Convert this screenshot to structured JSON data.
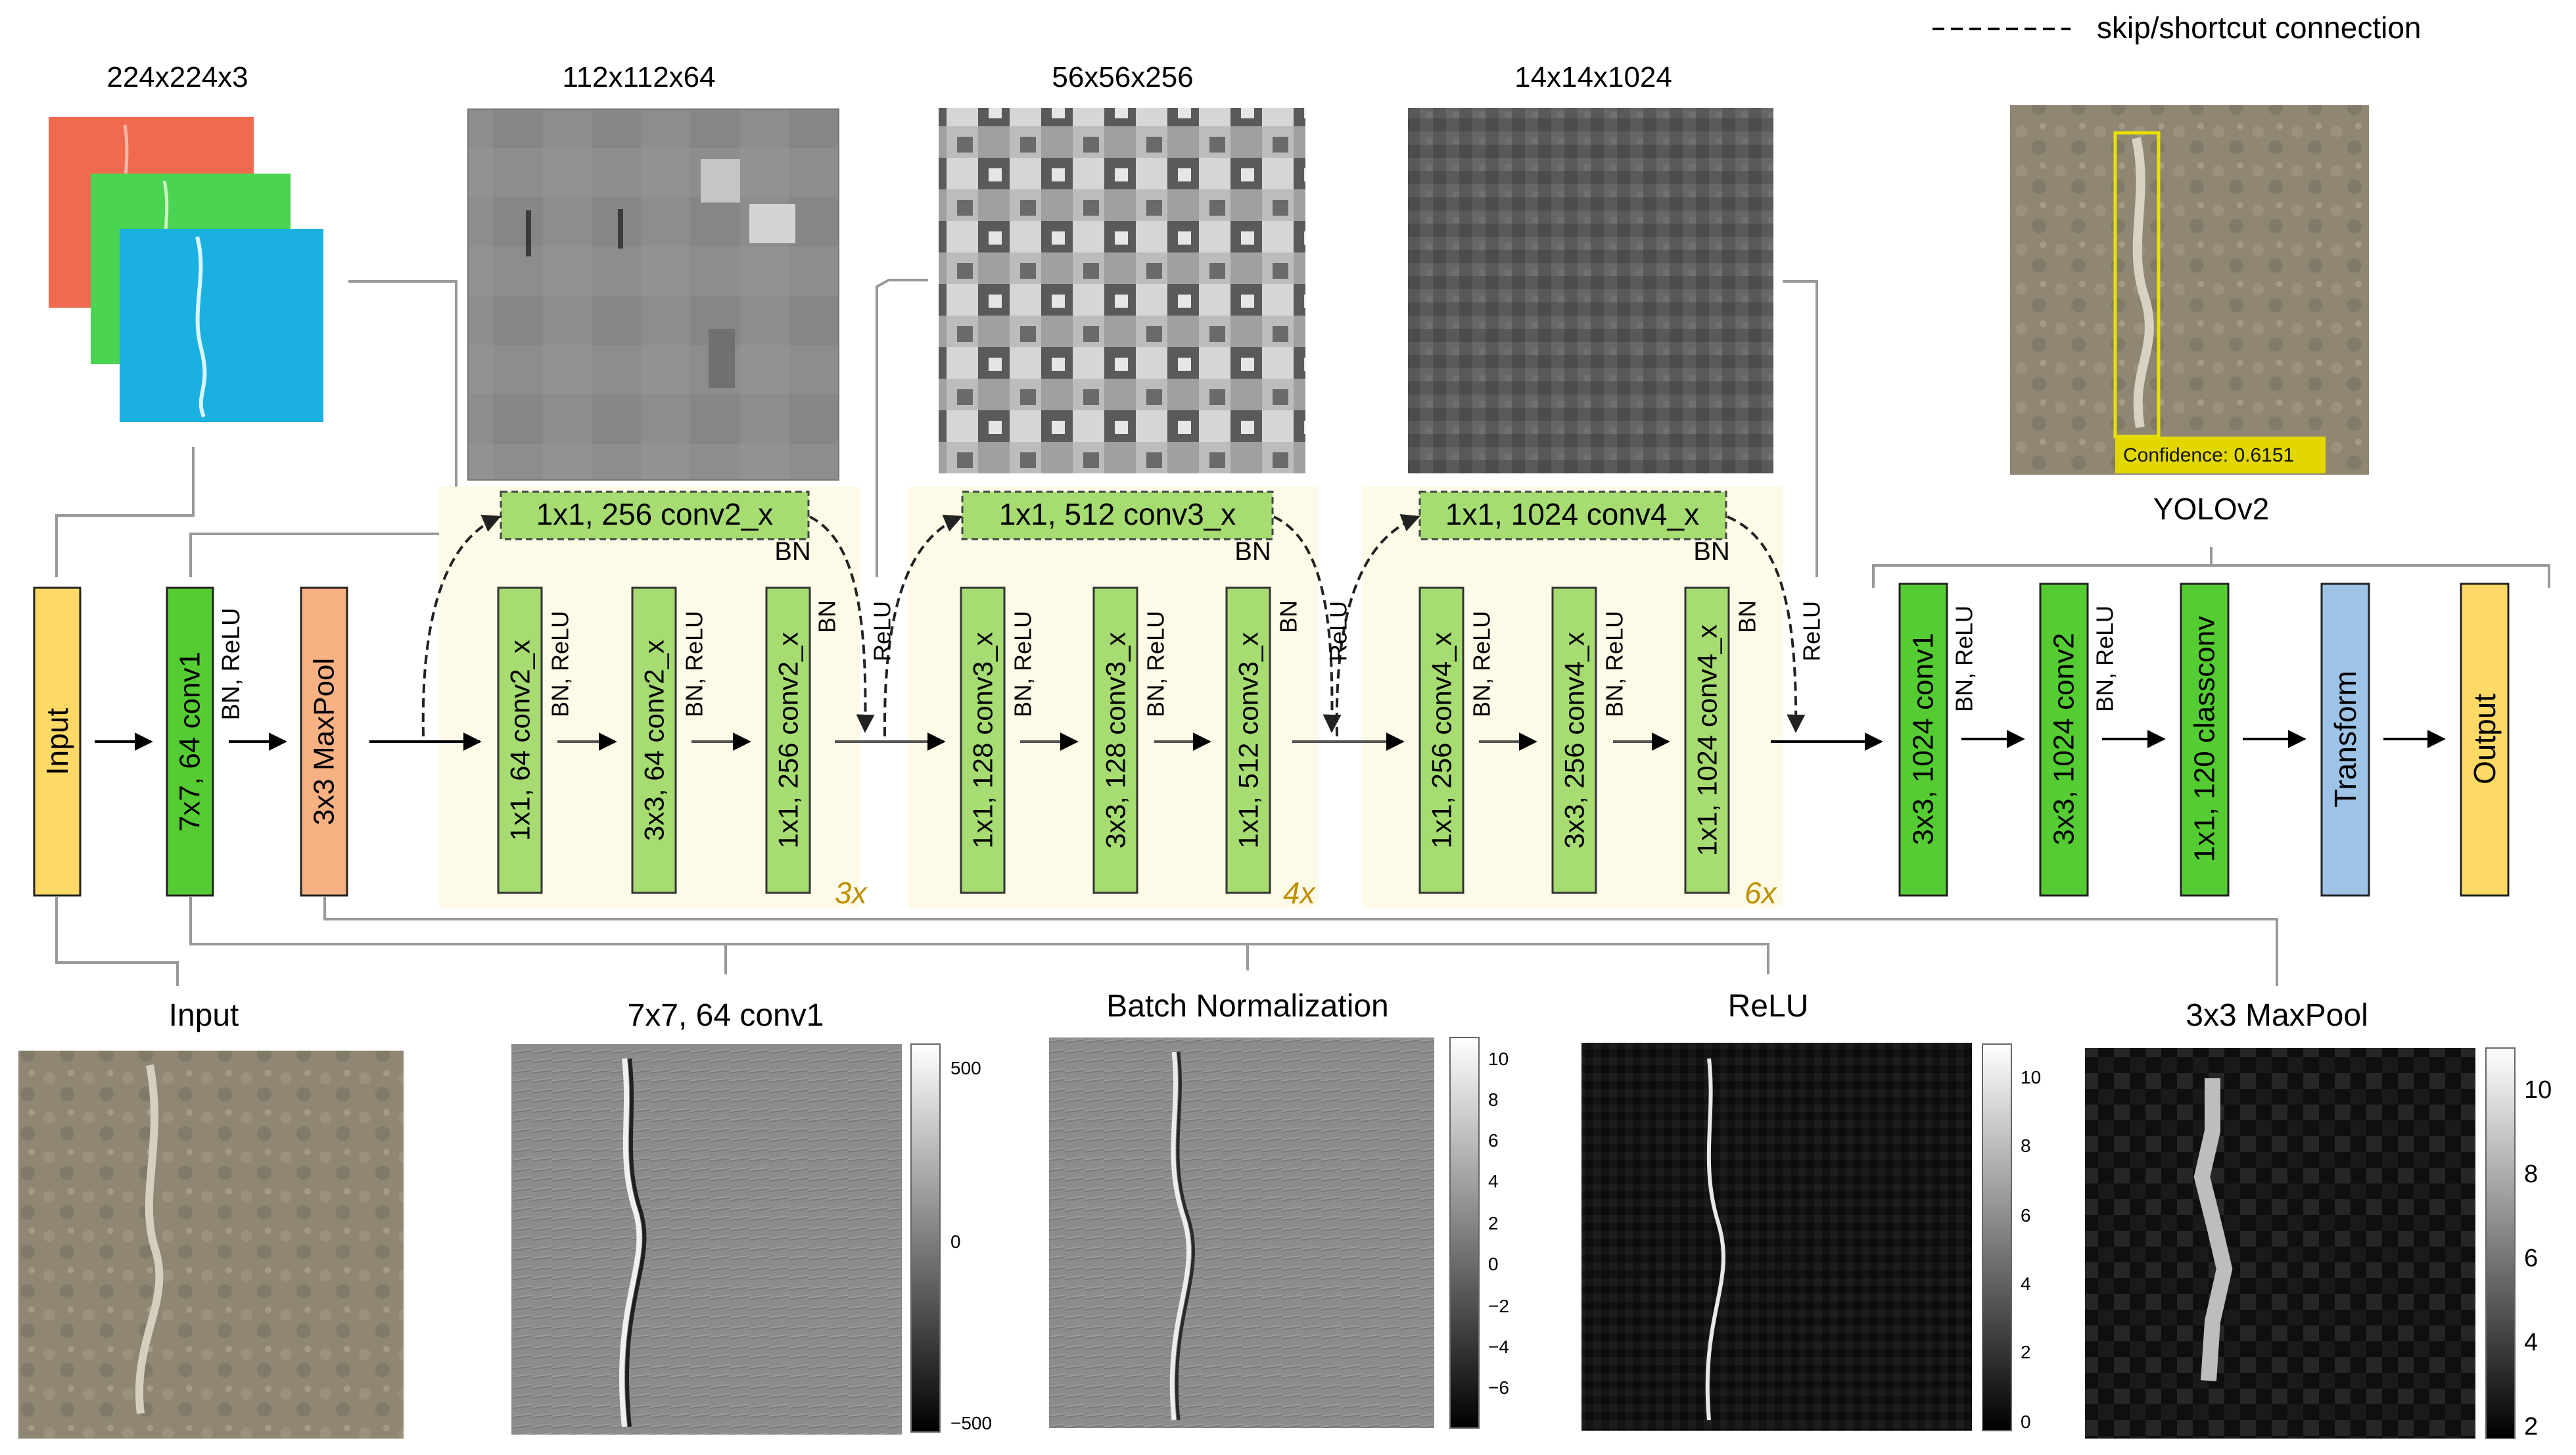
{
  "legend": {
    "skip_label": "skip/shortcut connection"
  },
  "sizes": {
    "input": "224x224x3",
    "stage1": "112x112x64",
    "stage2": "56x56x256",
    "stage3": "14x14x1024"
  },
  "confidence": "Confidence: 0.6151",
  "yolo": {
    "label": "YOLOv2"
  },
  "blocks": {
    "input": "Input",
    "conv1": "7x7, 64 conv1",
    "maxpool": "3x3 MaxPool",
    "c2a": "1x1, 64 conv2_x",
    "c2b": "3x3, 64 conv2_x",
    "c2c": "1x1, 256 conv2_x",
    "c3a": "1x1, 128 conv3_x",
    "c3b": "3x3, 128 conv3_x",
    "c3c": "1x1, 512 conv3_x",
    "c4a": "1x1, 256 conv4_x",
    "c4b": "3x3, 256 conv4_x",
    "c4c": "1x1, 1024 conv4_x",
    "y1": "3x3, 1024 conv1",
    "y2": "3x3, 1024 conv2",
    "y3": "1x1, 120 classconv",
    "transform": "Transform",
    "output": "Output"
  },
  "shortcuts": {
    "s2": "1x1, 256 conv2_x",
    "s3": "1x1, 512 conv3_x",
    "s4": "1x1, 1024 conv4_x"
  },
  "annot": {
    "bn_relu": "BN, ReLU",
    "bn": "BN",
    "relu": "ReLU"
  },
  "repeats": {
    "r2": "3x",
    "r3": "4x",
    "r4": "6x"
  },
  "bottom": {
    "input": "Input",
    "conv1": "7x7, 64 conv1",
    "bn": "Batch Normalization",
    "relu": "ReLU",
    "maxpool": "3x3 MaxPool"
  },
  "colorbars": {
    "conv1": [
      "500",
      "0",
      "−500"
    ],
    "bn": [
      "10",
      "8",
      "6",
      "4",
      "2",
      "0",
      "−2",
      "−4",
      "−6"
    ],
    "relu": [
      "10",
      "8",
      "6",
      "4",
      "2",
      "0"
    ],
    "maxpool": [
      "10",
      "8",
      "6",
      "4",
      "2"
    ]
  },
  "colors": {
    "input_block": "#ffd966",
    "conv1_block": "#55cc33",
    "maxpool_block": "#f8b183",
    "res_block": "#a6dc72",
    "transform_block": "#9dc3e6",
    "stage_bg": "#fdfae8",
    "repeat_text": "#bf9000",
    "confidence_box": "#e2d800"
  }
}
